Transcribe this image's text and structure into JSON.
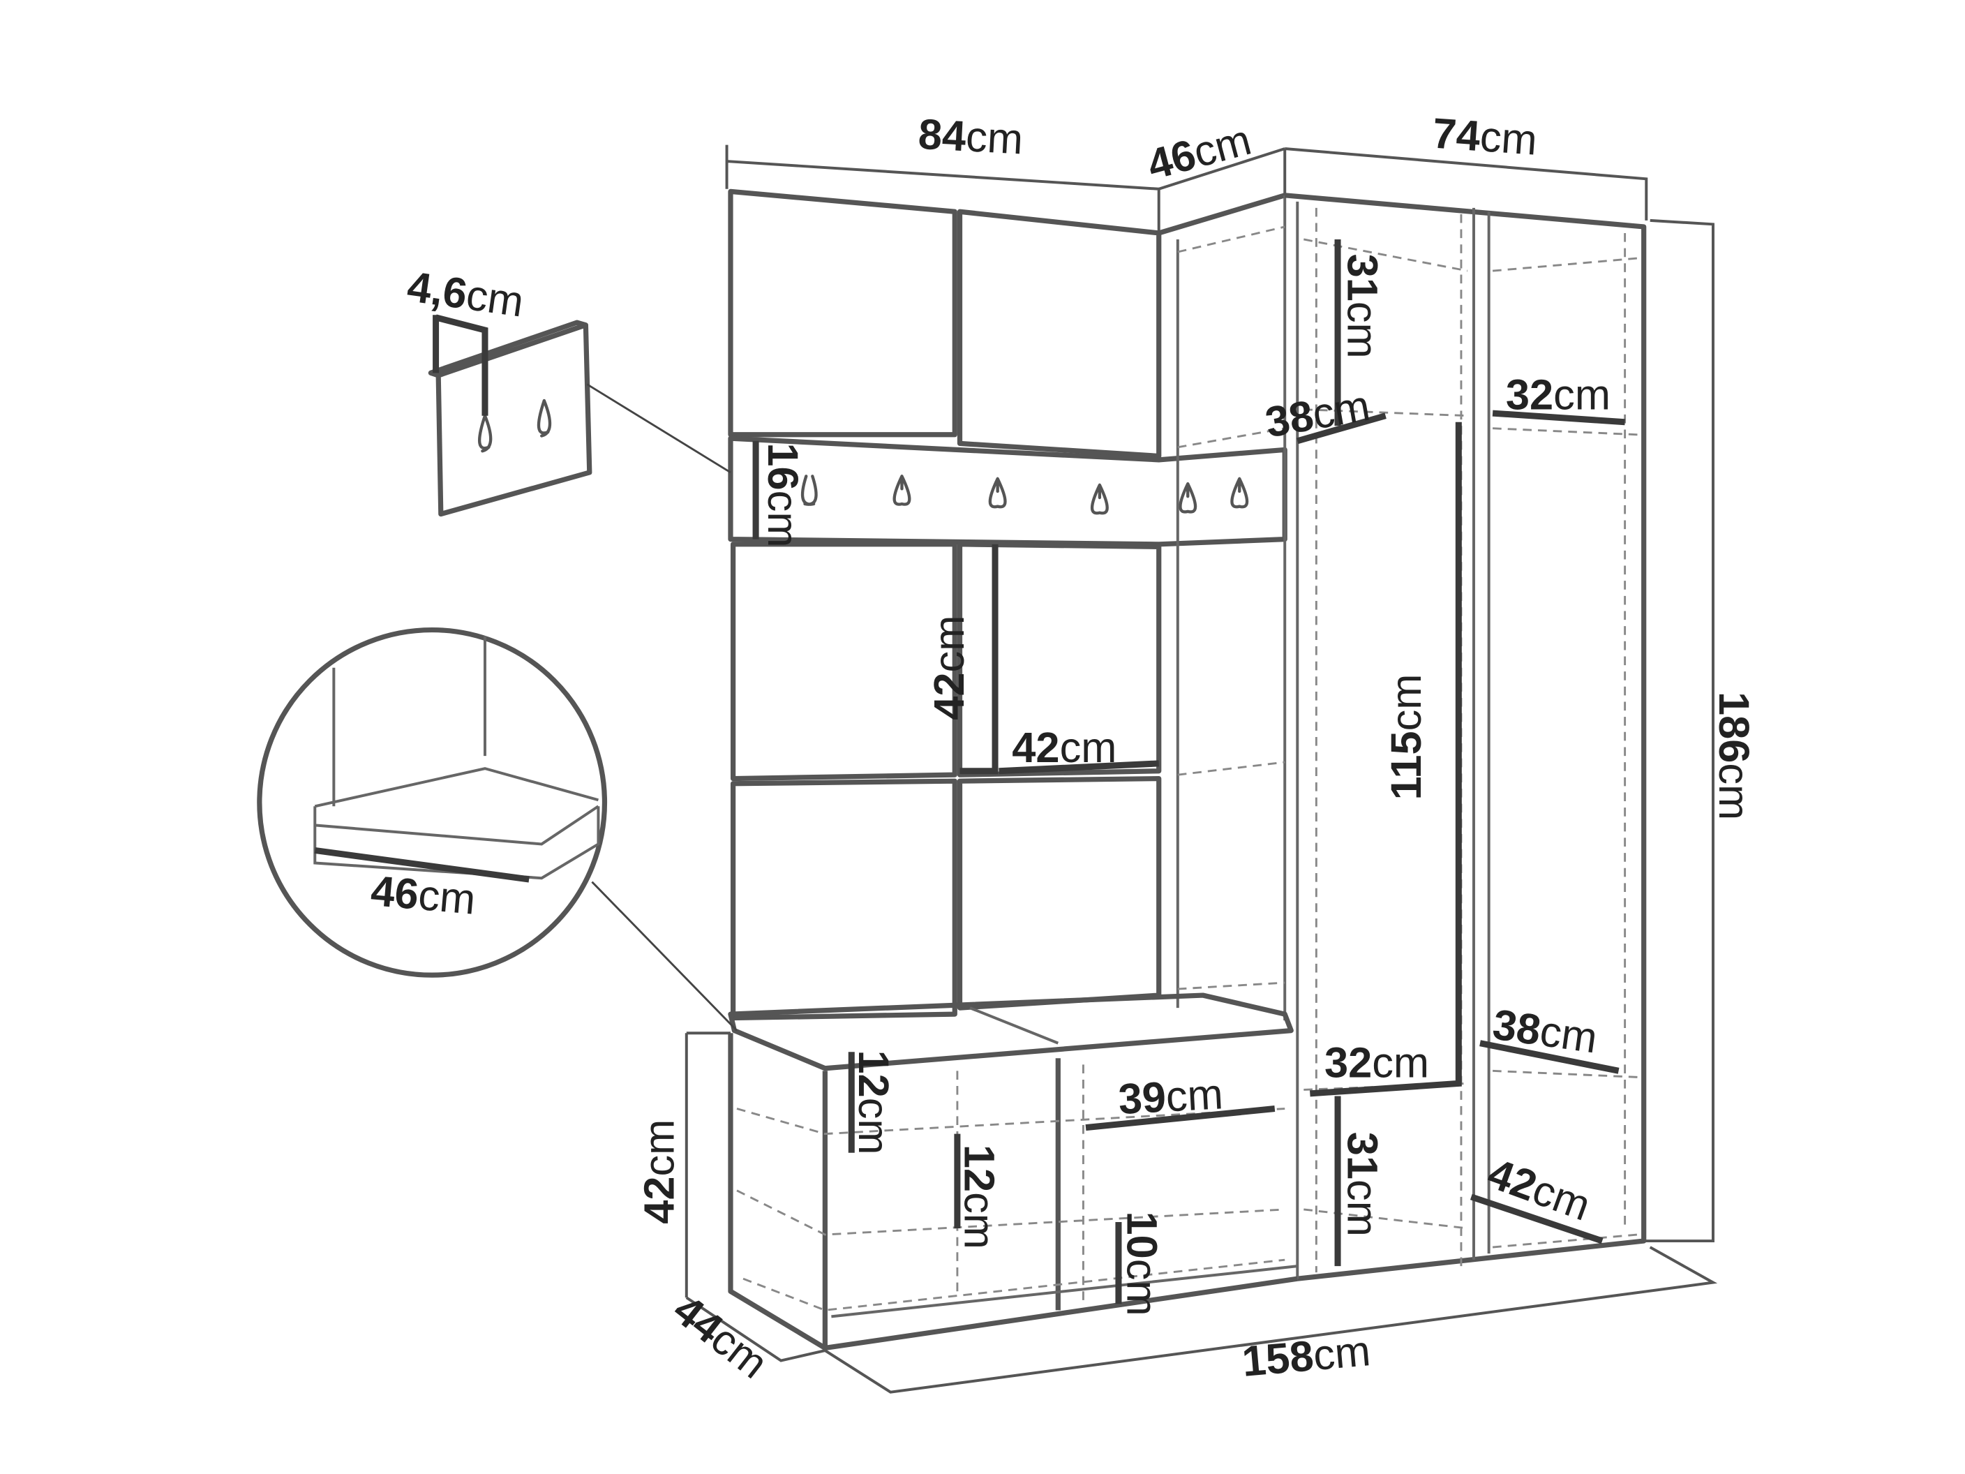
{
  "colors": {
    "outline": "#555555",
    "dimension": "#3a3a3a",
    "background": "#ffffff"
  },
  "dimensions": {
    "width_left_panel": {
      "num": "84",
      "unit": "cm"
    },
    "width_corner": {
      "num": "46",
      "unit": "cm"
    },
    "width_wardrobe": {
      "num": "74",
      "unit": "cm"
    },
    "hook_panel_depth": {
      "num": "4,6",
      "unit": "cm"
    },
    "hook_rail_height": {
      "num": "16",
      "unit": "cm"
    },
    "top_shelf_height": {
      "num": "31",
      "unit": "cm"
    },
    "top_shelf_depth": {
      "num": "38",
      "unit": "cm"
    },
    "right_shelf_depth": {
      "num": "32",
      "unit": "cm"
    },
    "panel_height": {
      "num": "42",
      "unit": "cm"
    },
    "panel_width": {
      "num": "42",
      "unit": "cm"
    },
    "wardrobe_height": {
      "num": "115",
      "unit": "cm"
    },
    "total_height": {
      "num": "186",
      "unit": "cm"
    },
    "seat_depth": {
      "num": "46",
      "unit": "cm"
    },
    "drawer_height_1": {
      "num": "12",
      "unit": "cm"
    },
    "drawer_height_2": {
      "num": "12",
      "unit": "cm"
    },
    "bench_compartment_width": {
      "num": "39",
      "unit": "cm"
    },
    "wardrobe_inner_depth": {
      "num": "32",
      "unit": "cm"
    },
    "bottom_shelf_height": {
      "num": "31",
      "unit": "cm"
    },
    "right_lower_shelf_depth": {
      "num": "38",
      "unit": "cm"
    },
    "right_bottom_depth": {
      "num": "42",
      "unit": "cm"
    },
    "plinth_height": {
      "num": "10",
      "unit": "cm"
    },
    "bench_height": {
      "num": "42",
      "unit": "cm"
    },
    "bench_depth": {
      "num": "44",
      "unit": "cm"
    },
    "total_width": {
      "num": "158",
      "unit": "cm"
    }
  }
}
